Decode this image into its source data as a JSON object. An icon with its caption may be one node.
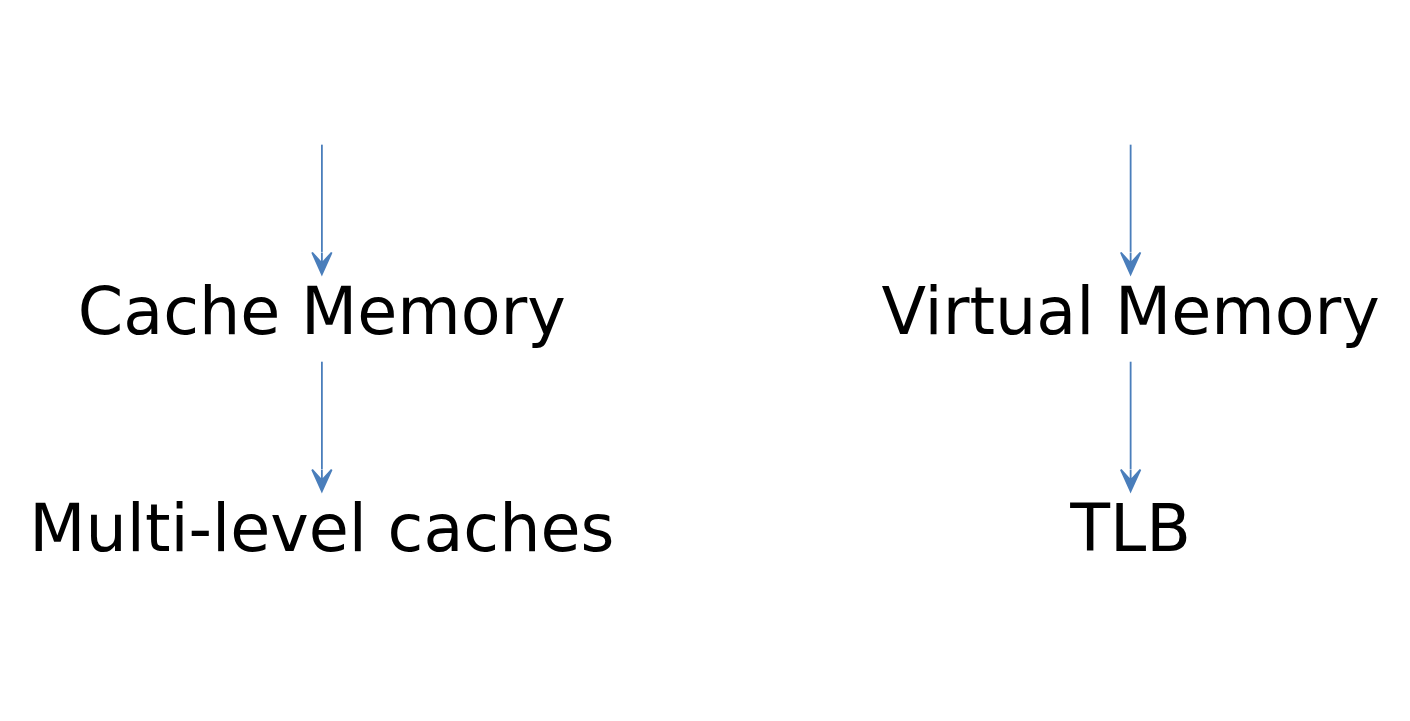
{
  "diagram": {
    "nodes": [
      {
        "text": [
          "Cache Memory"
        ]
      },
      {
        "text": [
          "Virtual Memory"
        ]
      },
      {
        "text": [
          "Multi-level caches"
        ]
      },
      {
        "text": [
          "TLB"
        ]
      }
    ],
    "edges": [
      {
        "from": null,
        "to": 0,
        "arrow": "to"
      },
      {
        "from": null,
        "to": 1,
        "arrow": "to"
      },
      {
        "from": 0,
        "to": 2,
        "arrow": "to"
      },
      {
        "from": 1,
        "to": 3,
        "arrow": "to"
      }
    ]
  }
}
